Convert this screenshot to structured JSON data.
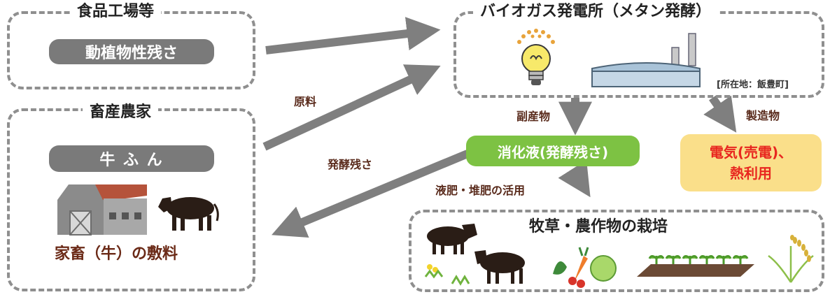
{
  "food_factory": {
    "title": "食品工場等",
    "residue": "動植物性残さ"
  },
  "livestock_farm": {
    "title": "畜産農家",
    "manure": "牛 ふ ん",
    "feed": "家畜（牛）の敷料"
  },
  "biogas_plant": {
    "title": "バイオガス発電所（メタン発酵）",
    "location": "[所在地：飯豊町]"
  },
  "flows": {
    "raw_material": "原料",
    "digestate_return": "発酵残さ",
    "byproduct": "副産物",
    "product": "製造物",
    "fertilizer_use": "液肥・堆肥の活用"
  },
  "digestate": "消化液(発酵残さ)",
  "energy": {
    "line1": "電気(売電)、",
    "line2": "熱利用"
  },
  "cultivation": {
    "title": "牧草・農作物の栽培"
  },
  "colors": {
    "dashed_border": "#8f8f8f",
    "arrow": "#7f7f7f",
    "label_brown": "#5a2b1c",
    "digestate_green": "#7dc243",
    "energy_yellow": "#fadf8a",
    "energy_red": "#e8261f"
  }
}
